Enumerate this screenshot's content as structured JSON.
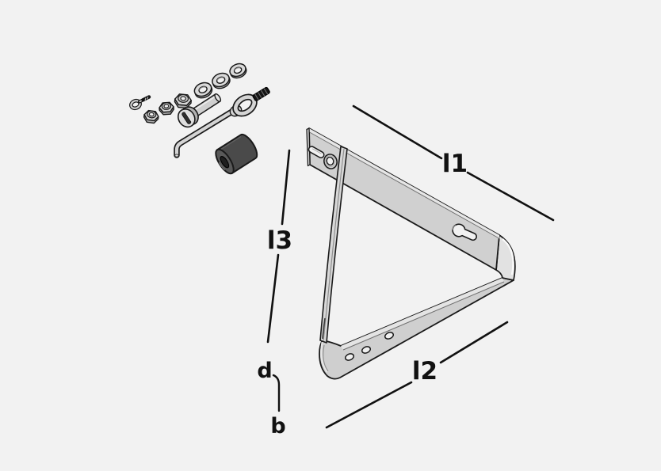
{
  "diagram": {
    "type": "technical-illustration",
    "subject": "Triangular mounting bracket with fastening hardware, exploded parts view",
    "dimension_labels": {
      "l1": "l1",
      "l2": "l2",
      "l3": "l3",
      "d": "d",
      "b": "b"
    },
    "parts": [
      {
        "name": "eye-screw"
      },
      {
        "name": "lock-nut-small"
      },
      {
        "name": "lock-nut-medium"
      },
      {
        "name": "hex-nut"
      },
      {
        "name": "washer-1"
      },
      {
        "name": "washer-2"
      },
      {
        "name": "washer-3"
      },
      {
        "name": "slotted-pin-bolt"
      },
      {
        "name": "hook-rod-with-chain-link"
      },
      {
        "name": "threaded-stud"
      },
      {
        "name": "rubber-roller"
      },
      {
        "name": "triangular-strap-bracket"
      }
    ],
    "colors": {
      "background": "#f2f2f2",
      "outline": "#1a1a1a",
      "dimension_line": "#111111",
      "metal_light": "#d0d0d0",
      "metal_edge_highlight": "#e4e4e4",
      "metal_shadow": "#a8a8a8",
      "rubber_dark": "#4a4a4a",
      "stud_black": "#151515"
    }
  }
}
